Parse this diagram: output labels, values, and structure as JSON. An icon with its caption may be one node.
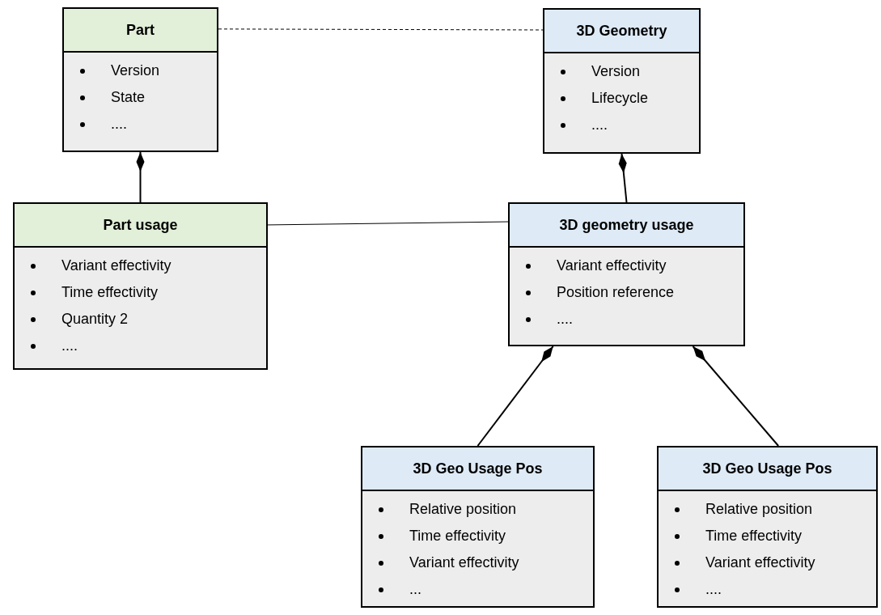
{
  "diagram": {
    "nodes": [
      {
        "text": [
          "Part",
          "Version",
          "State",
          "...."
        ]
      },
      {
        "text": [
          "3D Geometry",
          "Version",
          "Lifecycle",
          "...."
        ]
      },
      {
        "text": [
          "Part usage",
          "Variant effectivity",
          "Time effectivity",
          "Quantity 2",
          "...."
        ]
      },
      {
        "text": [
          "3D geometry usage",
          "Variant effectivity",
          "Position reference",
          "...."
        ]
      },
      {
        "text": [
          "3D Geo Usage Pos",
          "Relative position",
          "Time effectivity",
          "Variant effectivity",
          "..."
        ]
      },
      {
        "text": [
          "3D Geo Usage Pos",
          "Relative position",
          "Time effectivity",
          "Variant effectivity",
          "...."
        ]
      }
    ],
    "edges": [
      {
        "from": 0,
        "to": 1,
        "arrow": "none",
        "style": "dashed"
      },
      {
        "from": 2,
        "to": 0,
        "arrow": "other"
      },
      {
        "from": 3,
        "to": 1,
        "arrow": "other"
      },
      {
        "from": 2,
        "to": 3,
        "arrow": "none"
      },
      {
        "from": 4,
        "to": 3,
        "arrow": "other"
      },
      {
        "from": 5,
        "to": 3,
        "arrow": "other"
      }
    ]
  }
}
